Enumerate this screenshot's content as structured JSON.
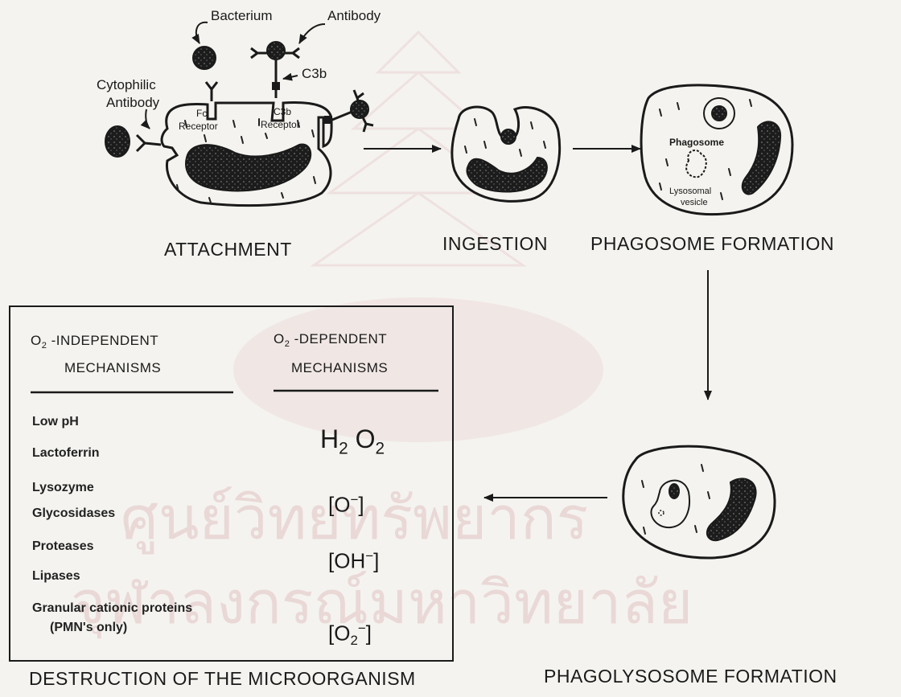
{
  "watermark": {
    "line1": "ศูนย์วิทยทรัพยากร",
    "line2": "จุฬาลงกรณ์มหาวิทยาลัย"
  },
  "labels": {
    "bacterium": "Bacterium",
    "antibody": "Antibody",
    "c3b": "C3b",
    "cytophilic_line1": "Cytophilic",
    "cytophilic_line2": "Antibody",
    "fc": "Fc",
    "receptor": "Receptor",
    "c3b_receptor_c3b": "C3b",
    "c3b_receptor": "Receptor",
    "phagosome": "Phagosome",
    "lysosomal_line1": "Lysosomal",
    "lysosomal_line2": "vesicle"
  },
  "stages": {
    "attachment": "ATTACHMENT",
    "ingestion": "INGESTION",
    "phagosome_formation": "PHAGOSOME FORMATION",
    "phagolysosome_formation": "PHAGOLYSOSOME FORMATION",
    "destruction": "DESTRUCTION OF THE MICROORGANISM"
  },
  "table": {
    "col1_prefix": "O",
    "col1_sub": "2",
    "col1_rest": " -INDEPENDENT",
    "col1_line2": "MECHANISMS",
    "col2_prefix": "O",
    "col2_sub": "2",
    "col2_rest": " -DEPENDENT",
    "col2_line2": "MECHANISMS",
    "independent": [
      "Low pH",
      "Lactoferrin",
      "Lysozyme",
      "Glycosidases",
      "Proteases",
      "Lipases",
      "Granular cationic proteins",
      "(PMN's only)"
    ],
    "h2o2_h": "H",
    "h2o2_2a": "2",
    "h2o2_o": "O",
    "h2o2_2b": "2",
    "o_minus": "[O",
    "o_minus_sup": "−",
    "oh_minus": "[OH",
    "oh_minus_sup": "−",
    "o2_minus_o": "[O",
    "o2_minus_sub": "2",
    "o2_minus_sup": "−",
    "close_bracket": "]"
  }
}
